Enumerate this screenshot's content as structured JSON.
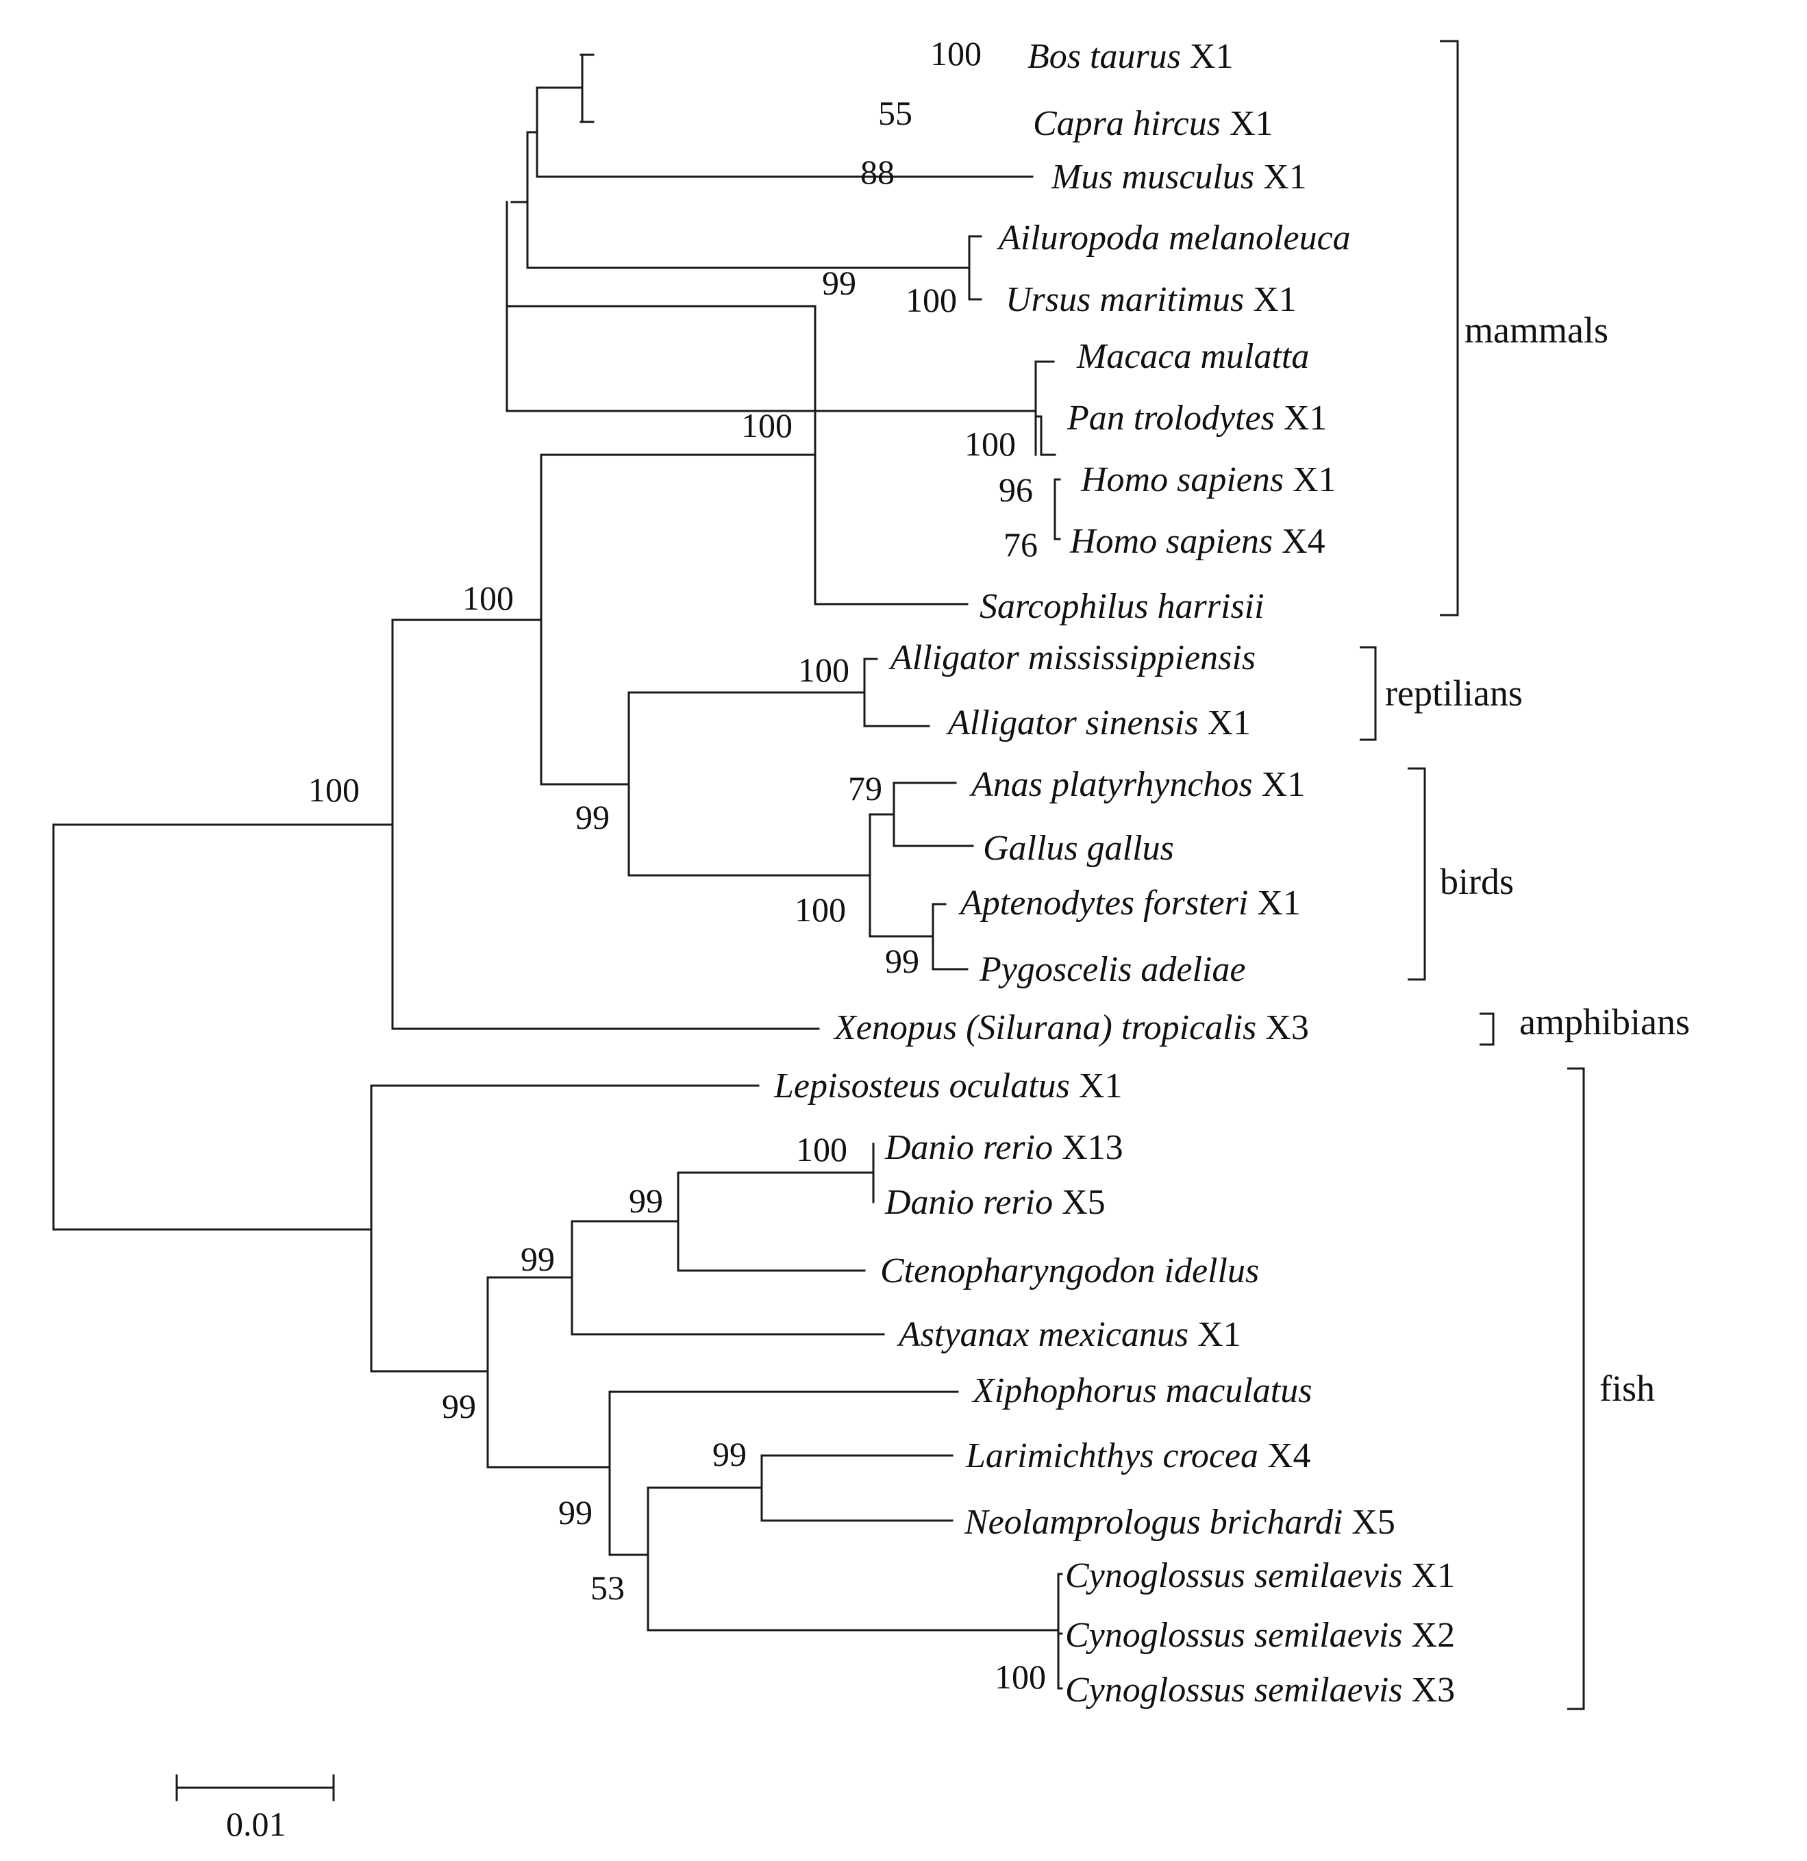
{
  "taxa": [
    {
      "id": "bos",
      "genus": "Bos taurus",
      "suffix": " X1"
    },
    {
      "id": "capra",
      "genus": "Capra hircus",
      "suffix": " X1"
    },
    {
      "id": "mus",
      "genus": "Mus musculus",
      "suffix": " X1"
    },
    {
      "id": "ailuro",
      "genus": "Ailuropoda melanoleuca",
      "suffix": ""
    },
    {
      "id": "ursus",
      "genus": "Ursus maritimus",
      "suffix": " X1"
    },
    {
      "id": "macaca",
      "genus": "Macaca mulatta",
      "suffix": ""
    },
    {
      "id": "pan",
      "genus": "Pan trolodytes",
      "suffix": " X1"
    },
    {
      "id": "homo1",
      "genus": "Homo sapiens",
      "suffix": " X1"
    },
    {
      "id": "homo4",
      "genus": "Homo sapiens",
      "suffix": " X4"
    },
    {
      "id": "sarco",
      "genus": "Sarcophilus harrisii",
      "suffix": ""
    },
    {
      "id": "allmis",
      "genus": "Alligator mississippiensis",
      "suffix": ""
    },
    {
      "id": "allsin",
      "genus": "Alligator sinensis",
      "suffix": " X1"
    },
    {
      "id": "anas",
      "genus": "Anas platyrhynchos",
      "suffix": " X1"
    },
    {
      "id": "gallus",
      "genus": "Gallus gallus",
      "suffix": ""
    },
    {
      "id": "apten",
      "genus": "Aptenodytes forsteri",
      "suffix": " X1"
    },
    {
      "id": "pygo",
      "genus": "Pygoscelis adeliae",
      "suffix": ""
    },
    {
      "id": "xeno",
      "genus": "Xenopus (Silurana) tropicalis",
      "suffix": " X3"
    },
    {
      "id": "lepi",
      "genus": "Lepisosteus oculatus",
      "suffix": " X1"
    },
    {
      "id": "danio13",
      "genus": "Danio rerio",
      "suffix": " X13"
    },
    {
      "id": "danio5",
      "genus": "Danio rerio",
      "suffix": " X5"
    },
    {
      "id": "cteno",
      "genus": "Ctenopharyngodon idellus",
      "suffix": ""
    },
    {
      "id": "astya",
      "genus": "Astyanax mexicanus",
      "suffix": " X1"
    },
    {
      "id": "xipho",
      "genus": "Xiphophorus maculatus",
      "suffix": ""
    },
    {
      "id": "larim",
      "genus": "Larimichthys crocea",
      "suffix": " X4"
    },
    {
      "id": "neola",
      "genus": "Neolamprologus brichardi",
      "suffix": " X5"
    },
    {
      "id": "cyno1",
      "genus": "Cynoglossus semilaevis",
      "suffix": " X1"
    },
    {
      "id": "cyno2",
      "genus": "Cynoglossus semilaevis",
      "suffix": " X2"
    },
    {
      "id": "cyno3",
      "genus": "Cynoglossus semilaevis",
      "suffix": " X3"
    }
  ],
  "bootstrap_values": [
    {
      "id": "n_bos_capra",
      "value": "100"
    },
    {
      "id": "n_bovmus",
      "value": "55"
    },
    {
      "id": "n_mamcore",
      "value": "88"
    },
    {
      "id": "n_bears",
      "value": "100"
    },
    {
      "id": "n_placental",
      "value": "99"
    },
    {
      "id": "n_primates",
      "value": "100"
    },
    {
      "id": "n_homo1",
      "value": "96"
    },
    {
      "id": "n_homo4",
      "value": "76"
    },
    {
      "id": "n_mammals",
      "value": "100"
    },
    {
      "id": "n_amniotes",
      "value": "100"
    },
    {
      "id": "n_tetrapods",
      "value": "100"
    },
    {
      "id": "n_alligators",
      "value": "100"
    },
    {
      "id": "n_archosaurs",
      "value": "99"
    },
    {
      "id": "n_anas_gallus",
      "value": "79"
    },
    {
      "id": "n_birds",
      "value": "100"
    },
    {
      "id": "n_penguins",
      "value": "99"
    },
    {
      "id": "n_danio",
      "value": "100"
    },
    {
      "id": "n_cyprinids",
      "value": "99"
    },
    {
      "id": "n_ostario",
      "value": "99"
    },
    {
      "id": "n_teleosts",
      "value": "99"
    },
    {
      "id": "n_acanth",
      "value": "99"
    },
    {
      "id": "n_larim_neola",
      "value": "99"
    },
    {
      "id": "n_acanth2",
      "value": "53"
    },
    {
      "id": "n_cyno",
      "value": "100"
    }
  ],
  "groups": [
    {
      "id": "mammals",
      "label": "mammals"
    },
    {
      "id": "reptilians",
      "label": "reptilians"
    },
    {
      "id": "birds",
      "label": "birds"
    },
    {
      "id": "amphibians",
      "label": "amphibians"
    },
    {
      "id": "fish",
      "label": "fish"
    }
  ],
  "scale_bar": {
    "label": "0.01"
  }
}
